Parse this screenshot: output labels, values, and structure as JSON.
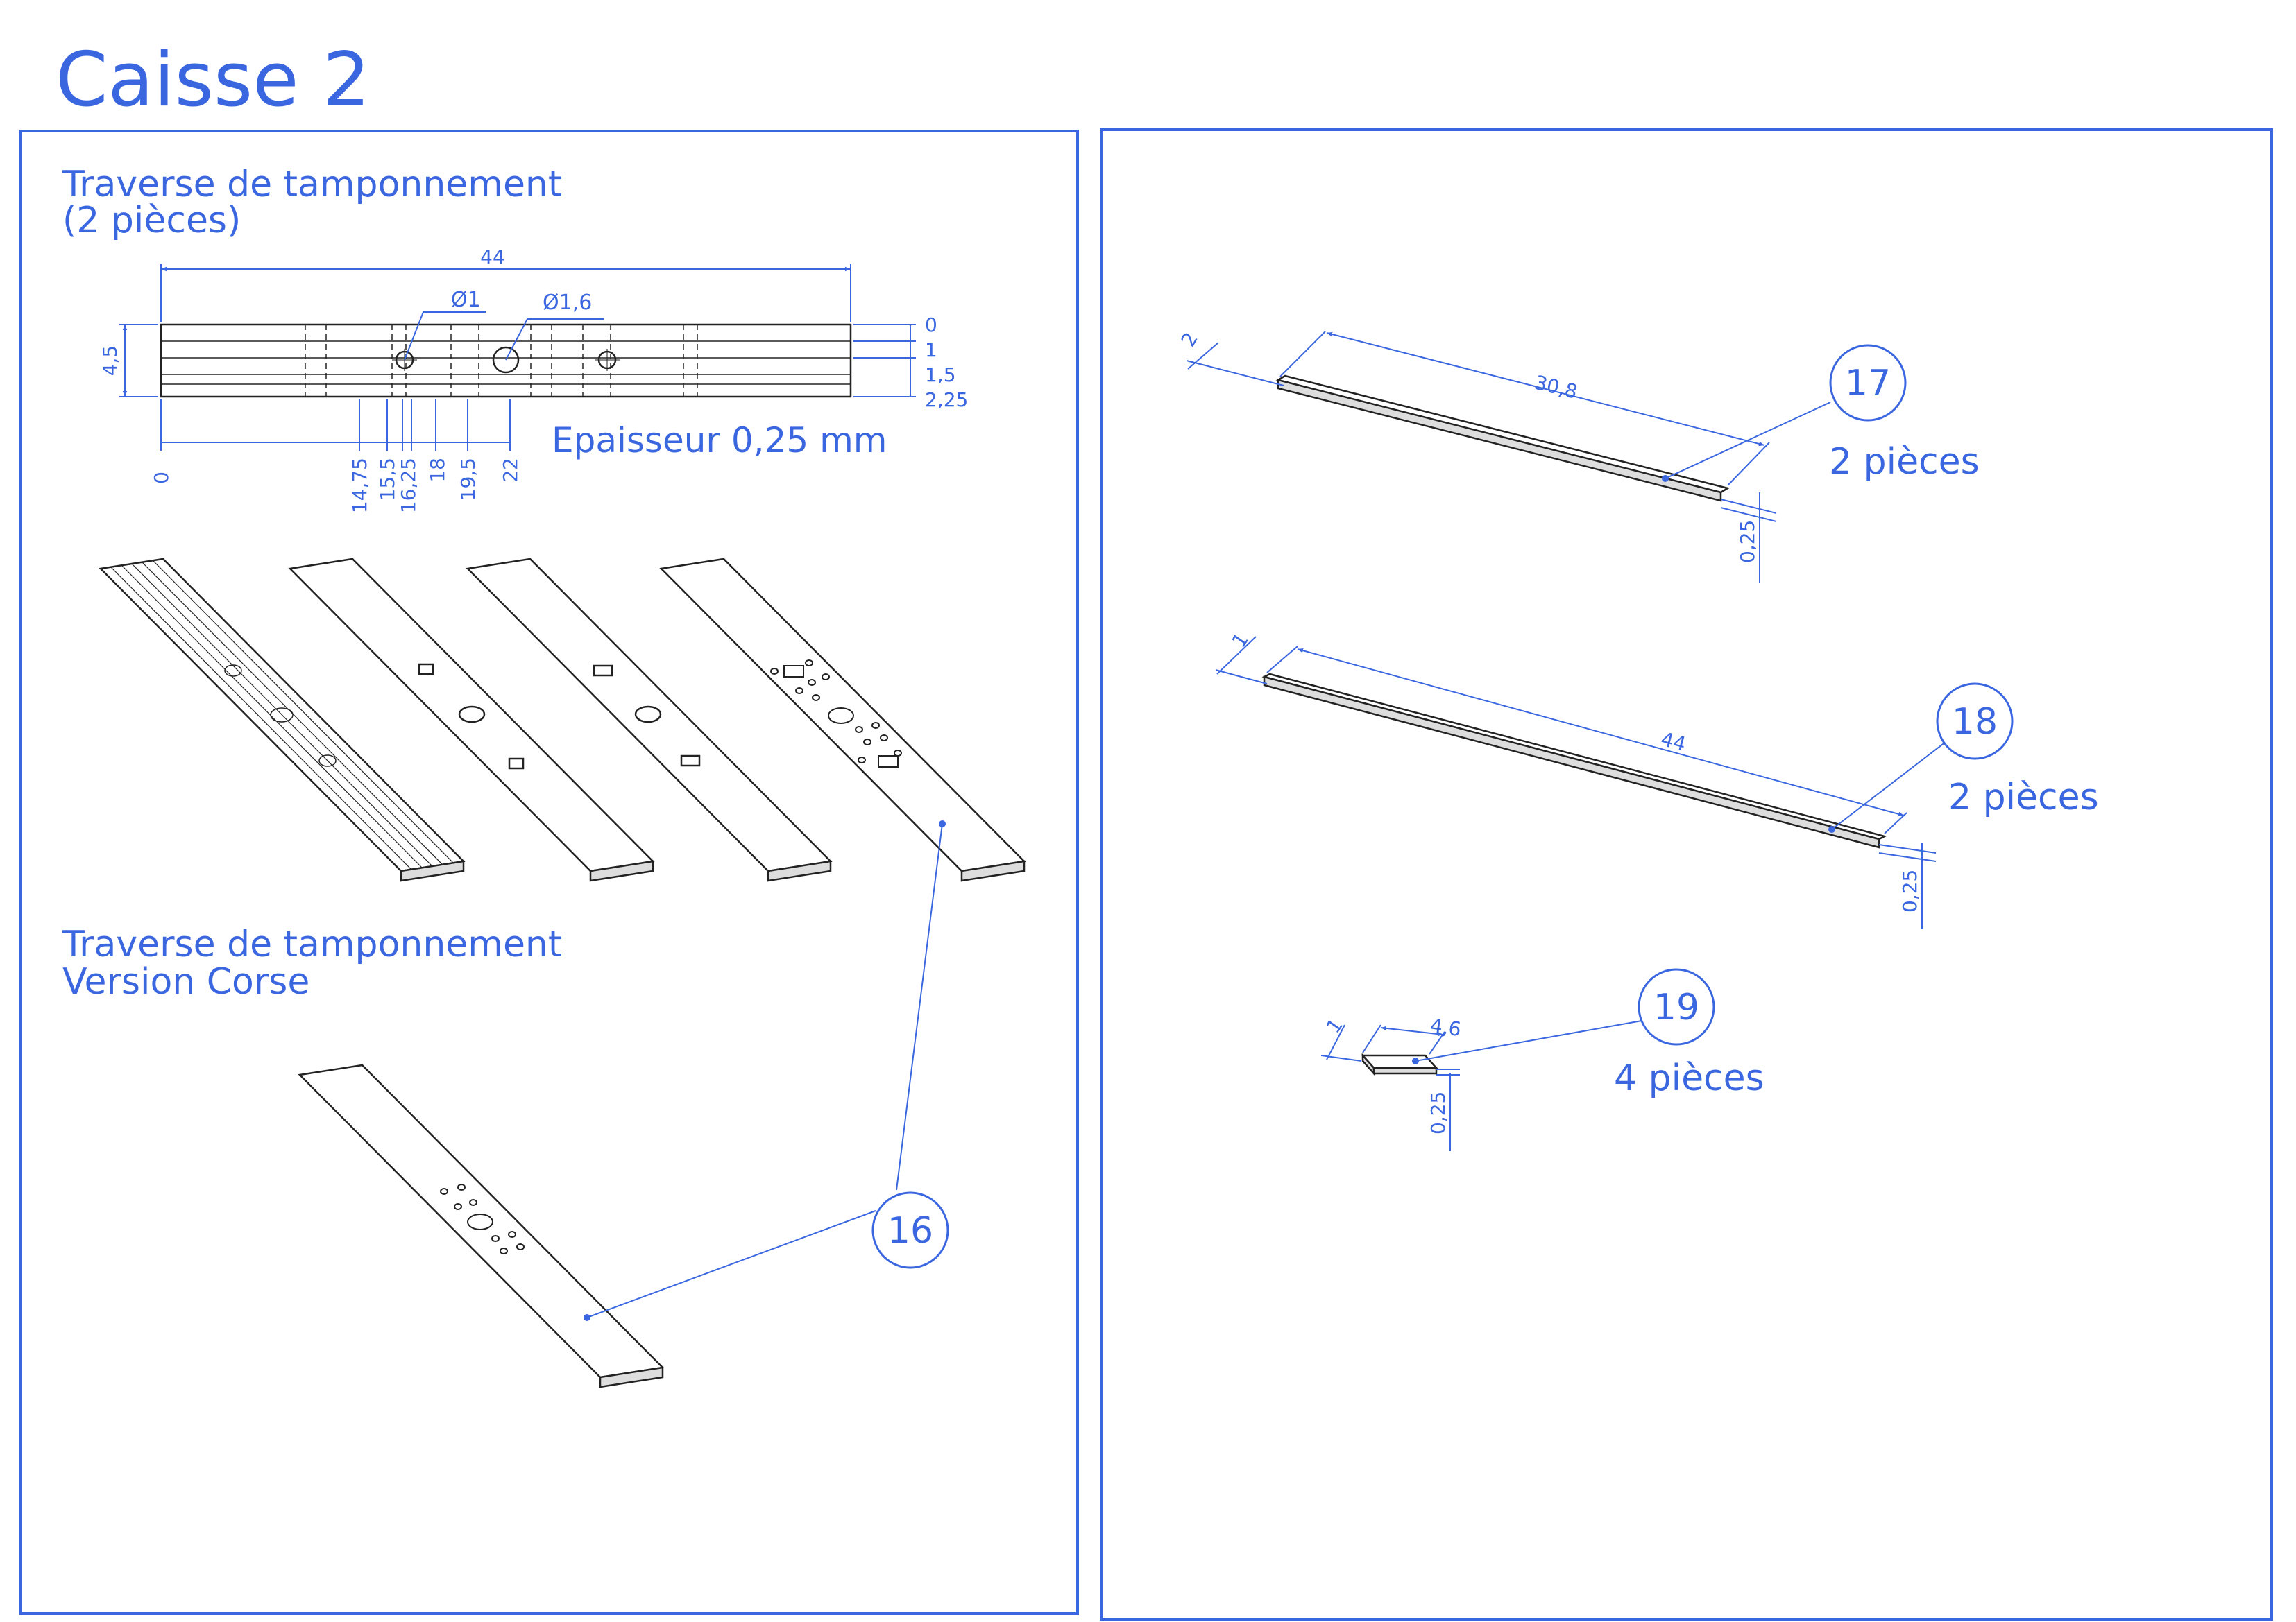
{
  "title": "Caisse 2",
  "left_panel": {
    "section1": {
      "line1": "Traverse de tamponnement",
      "line2": "(2 pièces)"
    },
    "section2": {
      "line1": "Traverse de tamponnement",
      "line2": "Version Corse"
    },
    "thickness": "Epaisseur 0,25 mm",
    "dims": {
      "length": "44",
      "width": "4,5",
      "hole_small": "Ø1",
      "hole_big": "Ø1,6",
      "x_ticks": [
        "0",
        "14,75",
        "15,5",
        "16,25",
        "18",
        "19,5",
        "22"
      ],
      "y_ticks": [
        "0",
        "1",
        "1,5",
        "2,25"
      ]
    },
    "callout": "16"
  },
  "right_panel": {
    "parts": [
      {
        "id": "17",
        "qty": "2 pièces",
        "length": "30,8",
        "width": "2",
        "thickness": "0,25"
      },
      {
        "id": "18",
        "qty": "2 pièces",
        "length": "44",
        "width": "1",
        "thickness": "0,25"
      },
      {
        "id": "19",
        "qty": "4 pièces",
        "length": "4,6",
        "width": "1",
        "thickness": "0,25"
      }
    ]
  }
}
